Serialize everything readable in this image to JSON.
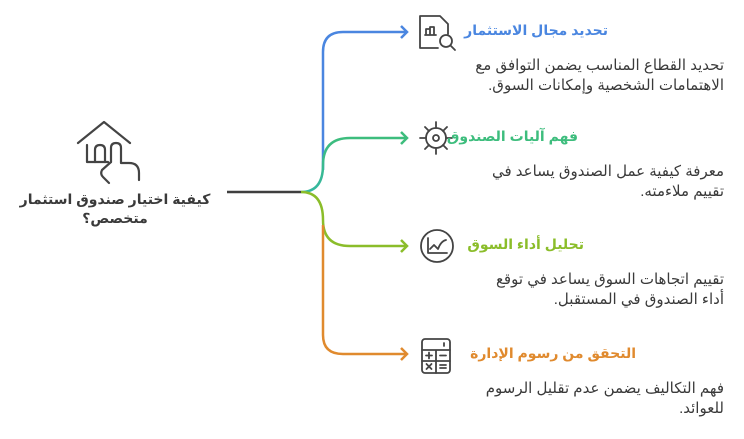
{
  "center": {
    "title": "كيفية اختيار صندوق استثمار متخصص؟",
    "icon": "house-hand-icon"
  },
  "branches": [
    {
      "title": "تحديد مجال الاستثمار",
      "description": "تحديد القطاع المناسب يضمن التوافق مع الاهتمامات الشخصية وإمكانات السوق.",
      "icon": "document-search-chart-icon",
      "color": "#4a86e0"
    },
    {
      "title": "فهم آليات الصندوق",
      "description": "معرفة كيفية عمل الصندوق يساعد في تقييم ملاءمته.",
      "icon": "gear-icon",
      "color": "#3dbd7d"
    },
    {
      "title": "تحليل أداء السوق",
      "description": "تقييم اتجاهات السوق يساعد في توقع أداء الصندوق في المستقبل.",
      "icon": "line-chart-circle-icon",
      "color": "#8bbd2a"
    },
    {
      "title": "التحقق من رسوم الإدارة",
      "description": "فهم التكاليف يضمن عدم تقليل الرسوم للعوائد.",
      "icon": "calculator-icon",
      "color": "#e08a2e"
    }
  ],
  "colors": {
    "trunk": "#3f3f3f",
    "text": "#3a3a3a",
    "icon_stroke": "#444444"
  }
}
